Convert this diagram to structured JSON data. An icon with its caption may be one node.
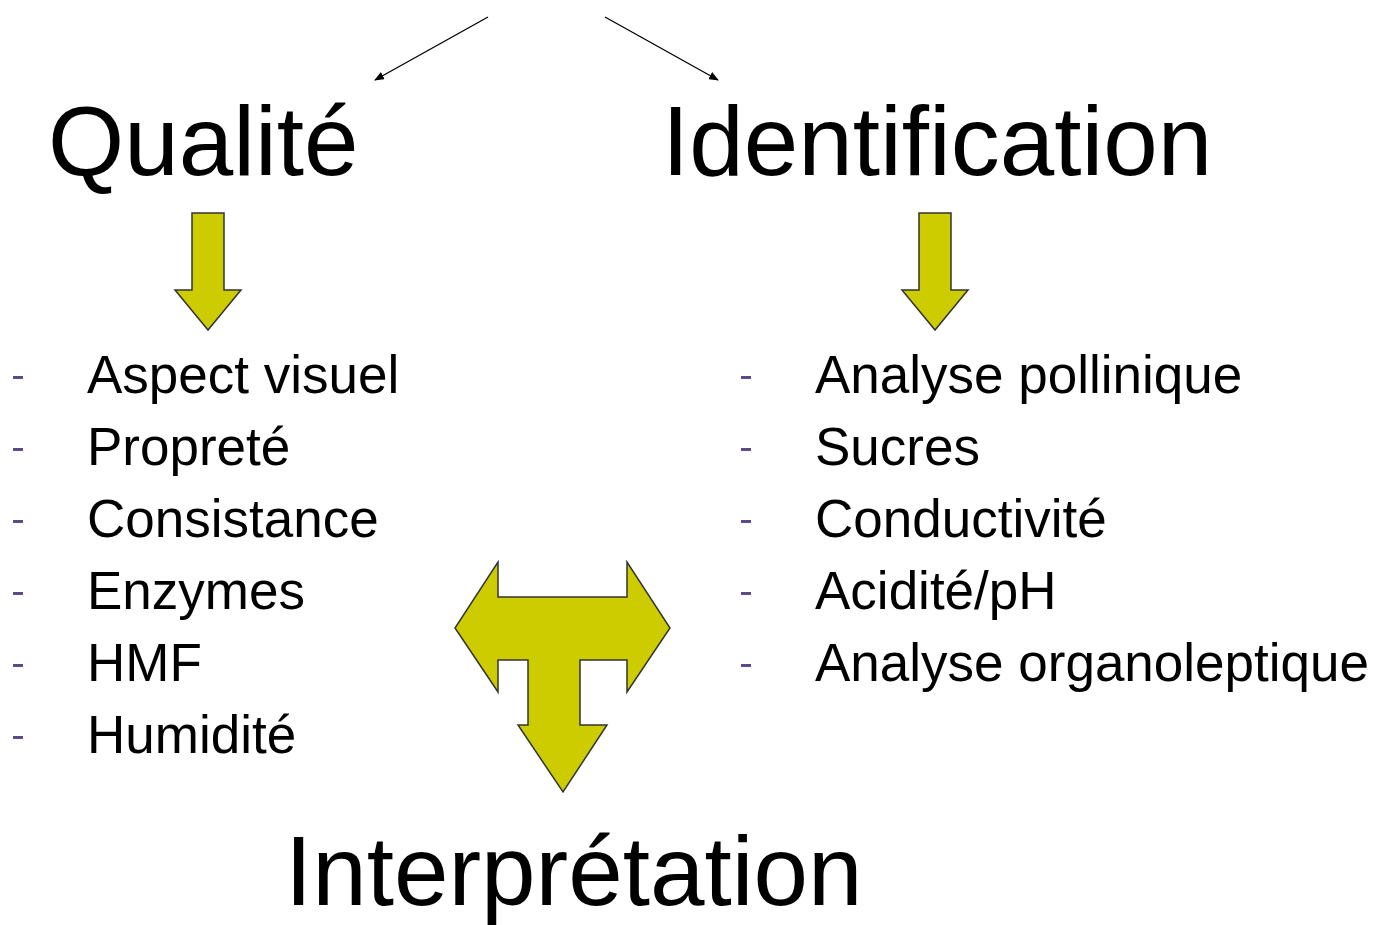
{
  "diagram": {
    "nodes": [
      {
        "text": [
          "Qualité"
        ]
      },
      {
        "text": [
          "Identification"
        ]
      },
      {
        "text": [
          "Aspect visuel",
          "Propreté",
          "Consistance",
          "Enzymes",
          "HMF",
          "Humidité"
        ]
      },
      {
        "text": [
          "Analyse pollinique",
          "Sucres",
          "Conductivité",
          "Acidité/pH",
          "Analyse organoleptique"
        ]
      },
      {
        "text": [
          "Interprétation"
        ]
      }
    ],
    "edges": [
      {
        "from": null,
        "to": 0,
        "arrow": "to"
      },
      {
        "from": null,
        "to": 1,
        "arrow": "to"
      },
      {
        "from": 0,
        "to": 2,
        "arrow": "to",
        "style": "thick"
      },
      {
        "from": 1,
        "to": 3,
        "arrow": "to",
        "style": "thick"
      }
    ]
  }
}
